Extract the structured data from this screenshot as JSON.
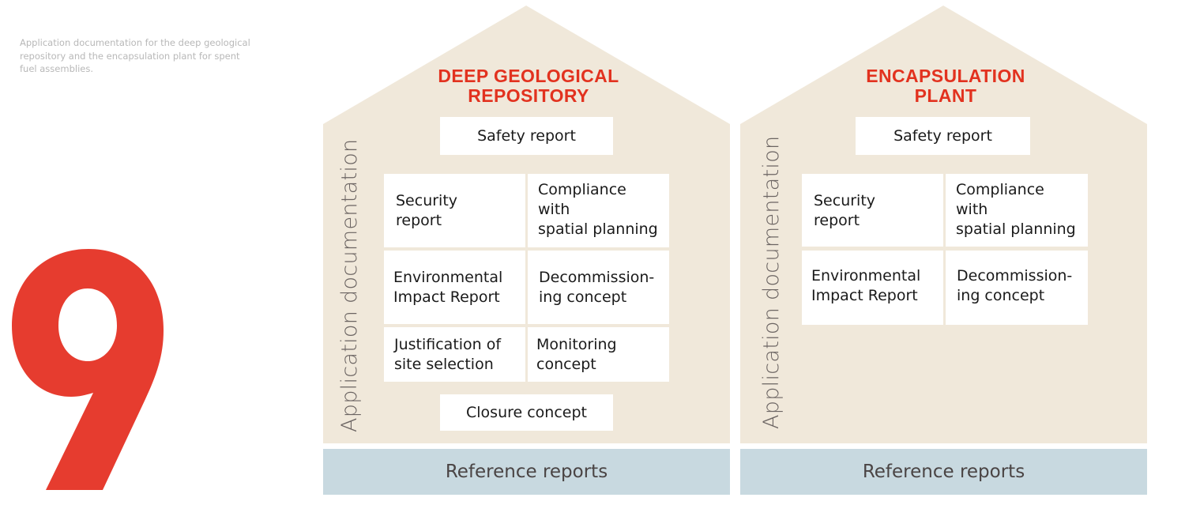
{
  "caption": "Application documentation for the deep geological repository and the encapsulation plant for spent fuel assemblies.",
  "figure_number": "9",
  "colors": {
    "accent_red": "#e63c2f",
    "title_red": "#e2321f",
    "house_beige": "#f0e8da",
    "reference_blue": "#c8d9e0",
    "caption_gray": "#b8b8b8"
  },
  "houses": [
    {
      "title_line1": "DEEP GEOLOGICAL",
      "title_line2": "REPOSITORY",
      "side_label": "Application documentation",
      "top_box": "Safety report",
      "grid": [
        "Security\nreport",
        "Compliance\nwith\nspatial planning",
        "Environmental\nImpact Report",
        "Decommission-\ning concept",
        "Justification of\nsite selection",
        "Monitoring\nconcept"
      ],
      "bottom_box": "Closure concept",
      "reference": "Reference reports"
    },
    {
      "title_line1": "ENCAPSULATION",
      "title_line2": "PLANT",
      "side_label": "Application documentation",
      "top_box": "Safety report",
      "grid": [
        "Security\nreport",
        "Compliance\nwith\nspatial planning",
        "Environmental\nImpact Report",
        "Decommission-\ning concept"
      ],
      "reference": "Reference reports"
    }
  ]
}
